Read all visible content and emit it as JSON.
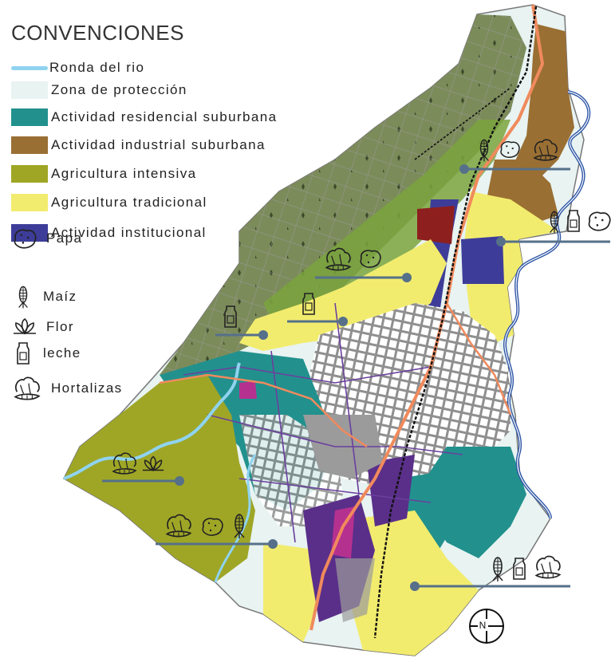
{
  "legend": {
    "title": "CONVENCIONES",
    "zones": [
      {
        "label": "Ronda del rio",
        "color": "#8fd3f0",
        "kind": "line"
      },
      {
        "label": "Zona de protección",
        "color": "#e8f3f2",
        "kind": "fill"
      },
      {
        "label": "Actividad residencial suburbana",
        "color": "#22918d",
        "kind": "fill"
      },
      {
        "label": "Actividad industrial suburbana",
        "color": "#9a6f33",
        "kind": "fill"
      },
      {
        "label": "Agricultura intensiva",
        "color": "#9fa626",
        "kind": "fill"
      },
      {
        "label": "Agricultura tradicional",
        "color": "#f2ec6e",
        "kind": "fill"
      },
      {
        "label": "Actividad institucional",
        "color": "#3d3d99",
        "kind": "fill"
      }
    ],
    "products": [
      {
        "label": "Papa",
        "icon": "potato-icon"
      },
      {
        "label": "Maíz",
        "icon": "corn-icon"
      },
      {
        "label": "Flor",
        "icon": "flower-icon"
      },
      {
        "label": "leche",
        "icon": "milk-icon"
      },
      {
        "label": "Hortalizas",
        "icon": "vegetables-icon"
      }
    ]
  },
  "map": {
    "colors": {
      "protection_forest": "#7c8b5a",
      "protection_green": "#7aa33d",
      "river": "#2e56a6",
      "urban_gray": "#9b9b9b",
      "road": "#f08a5d",
      "railway": "#111111",
      "purple_roads": "#6b3f9e",
      "institutional_red": "#8e1f1f",
      "magenta": "#b5318f"
    },
    "callouts": [
      {
        "id": "north-east",
        "icons": [
          "corn-icon",
          "potato-icon",
          "vegetables-icon"
        ]
      },
      {
        "id": "east",
        "icons": [
          "corn-icon",
          "milk-icon",
          "potato-icon"
        ]
      },
      {
        "id": "center-north",
        "icons": [
          "vegetables-icon",
          "potato-icon"
        ]
      },
      {
        "id": "center",
        "icons": [
          "milk-icon"
        ]
      },
      {
        "id": "west",
        "icons": [
          "vegetables-icon",
          "flower-icon"
        ]
      },
      {
        "id": "south-west",
        "icons": [
          "vegetables-icon",
          "potato-icon",
          "corn-icon"
        ]
      },
      {
        "id": "south-east",
        "icons": [
          "corn-icon",
          "milk-icon",
          "vegetables-icon"
        ]
      }
    ],
    "north_label": "N"
  }
}
